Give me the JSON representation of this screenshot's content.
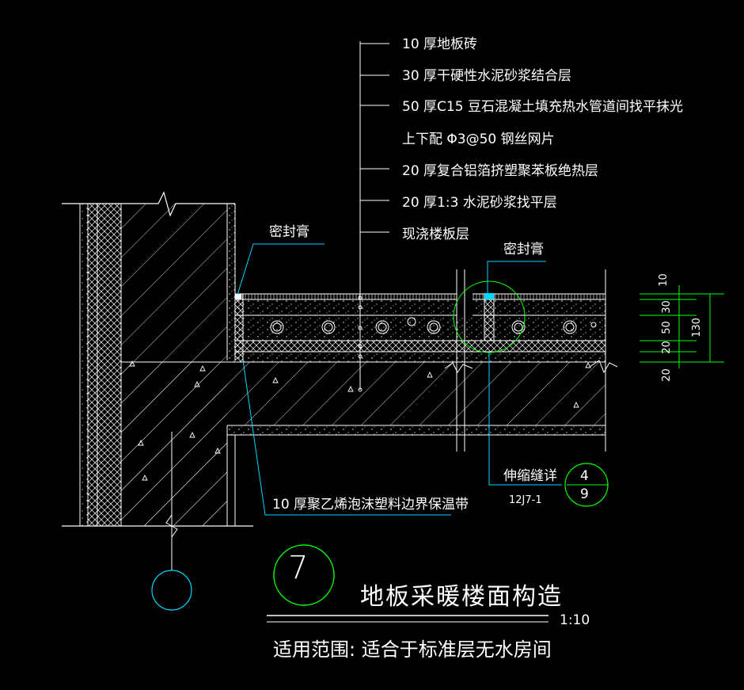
{
  "layer_notes": [
    "10 厚地板砖",
    "30  厚干硬性水泥砂浆结合层",
    "50 厚C15   豆石混凝土填充热水管道间找平抹光",
    "上下配    Φ3@50    钢丝网片",
    "20  厚复合铝箔挤塑聚苯板绝热层",
    "20  厚1:3 水泥砂浆找平层",
    "现浇楼板层"
  ],
  "labels": {
    "sealant_left": "密封膏",
    "sealant_right": "密封膏",
    "edge_strip": "10  厚聚乙烯泡沫塑料边界保温带",
    "expansion_joint": "伸缩缝详",
    "ref_book": "12J7-1",
    "ref_num_top": "4",
    "ref_num_bottom": "9",
    "detail_no": "7",
    "title": "地板采暖楼面构造",
    "scale": "1:10",
    "scope": "适用范围: 适合于标准层无水房间"
  },
  "dimensions": {
    "d1": "10",
    "d2": "30",
    "d3": "50",
    "d4": "20",
    "d5": "20",
    "total": "130"
  },
  "colors": {
    "line": "#ffffff",
    "cyan": "#00d8ff",
    "green": "#00ff00",
    "yellow": "#ffff00",
    "background": "#000000"
  }
}
